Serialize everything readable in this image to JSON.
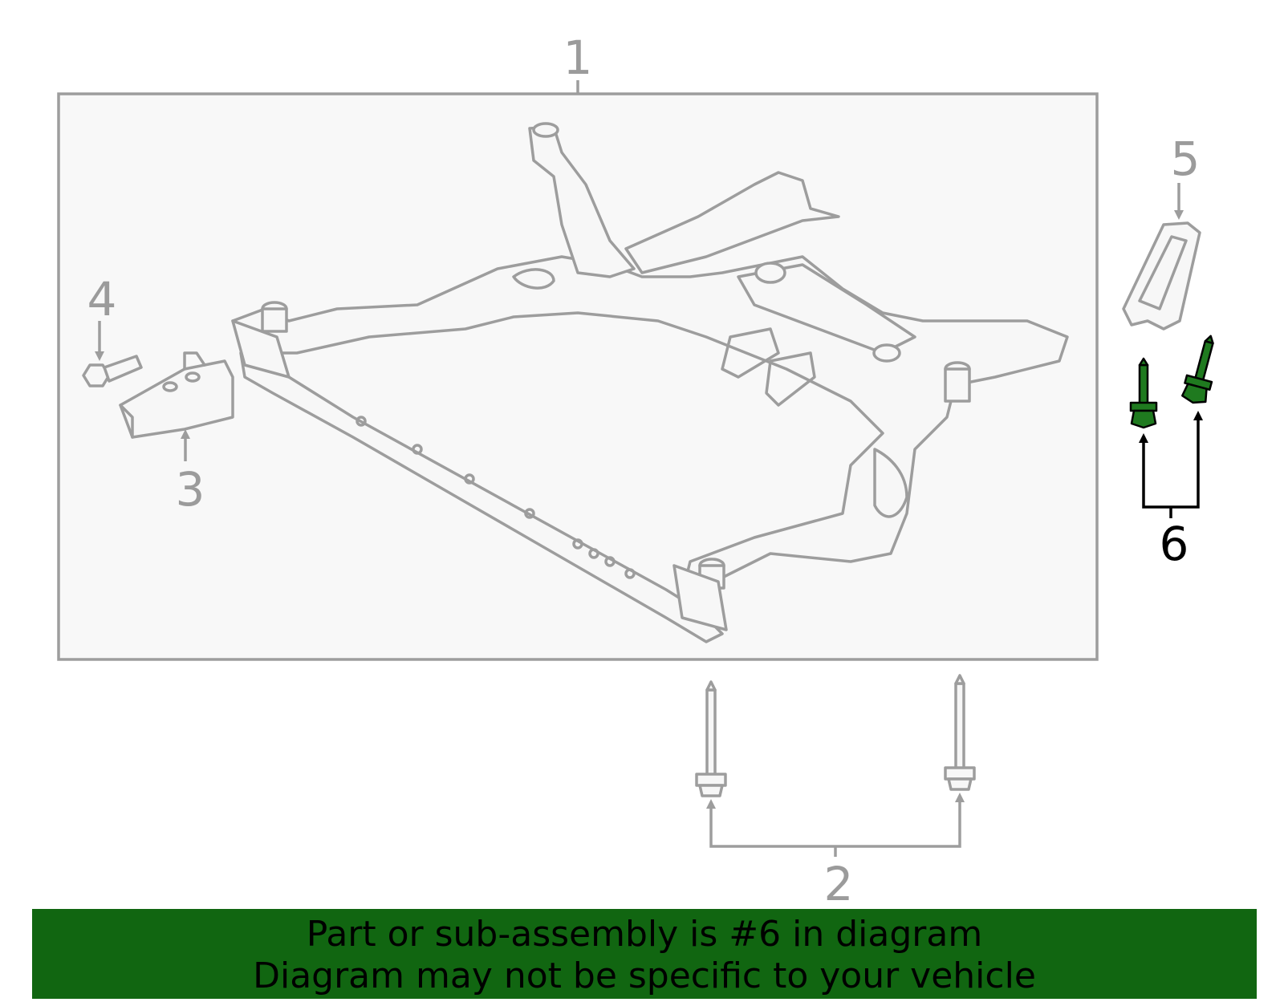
{
  "callouts": {
    "c1": "1",
    "c2": "2",
    "c3": "3",
    "c4": "4",
    "c5": "5",
    "c6": "6"
  },
  "highlighted_part": "6",
  "colors": {
    "banner": "#116611",
    "highlight": "#1f7a1f",
    "line_gray": "#9d9d9d"
  },
  "banner": {
    "line1": "Part or sub-assembly is #6 in diagram",
    "line2": "Diagram may not be specific to your vehicle"
  }
}
